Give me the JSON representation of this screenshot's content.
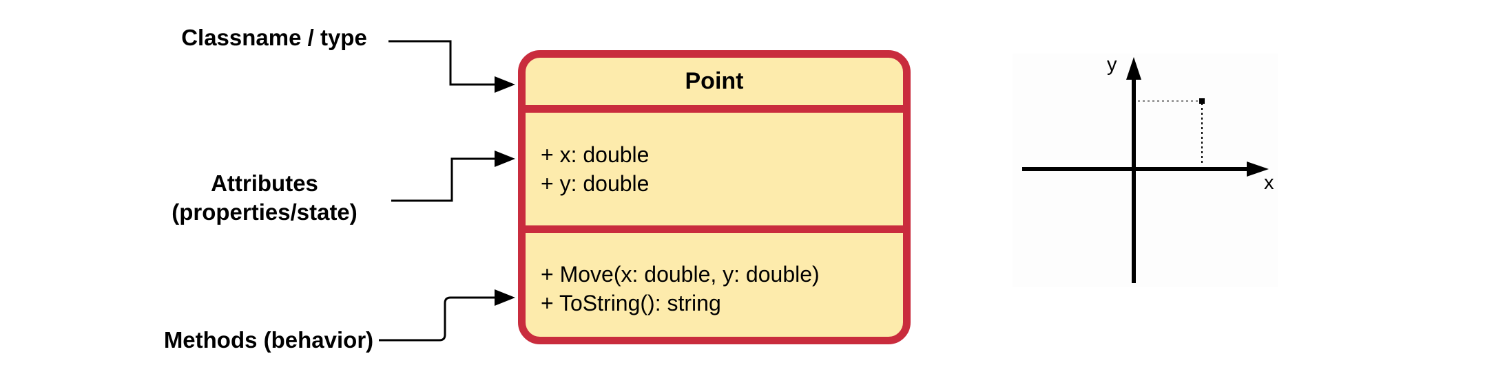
{
  "annotations": {
    "classname": "Classname / type",
    "attributes_line1": "Attributes",
    "attributes_line2": "(properties/state)",
    "methods": "Methods (behavior)"
  },
  "uml_class": {
    "name": "Point",
    "attributes": [
      "+ x: double",
      "+ y: double"
    ],
    "methods": [
      "+ Move(x: double, y: double)",
      "+ ToString(): string"
    ]
  },
  "coordinate_plot": {
    "x_label": "x",
    "y_label": "y"
  },
  "colors": {
    "class_border": "#c92c3d",
    "class_fill": "#fdebac",
    "text": "#000000"
  }
}
